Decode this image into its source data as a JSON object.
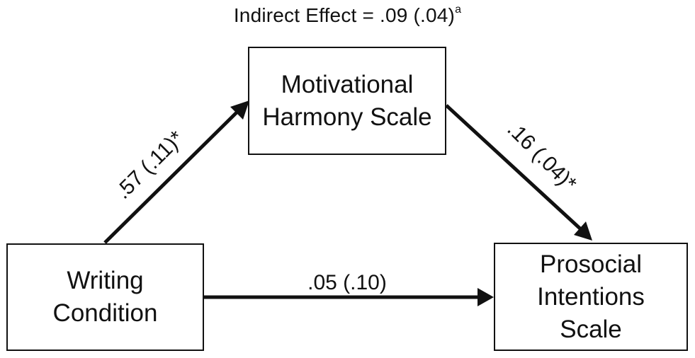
{
  "diagram": {
    "title": {
      "text": "Indirect Effect = .09 (.04)",
      "superscript": "a"
    },
    "nodes": {
      "mediator": {
        "label": "Motivational\nHarmony Scale"
      },
      "predictor": {
        "label": "Writing\nCondition"
      },
      "outcome": {
        "label": "Prosocial\nIntentions\nScale"
      }
    },
    "paths": {
      "a_path": {
        "from": "Writing Condition",
        "to": "Motivational Harmony Scale",
        "label": ".57 (.11)*"
      },
      "b_path": {
        "from": "Motivational Harmony Scale",
        "to": "Prosocial Intentions Scale",
        "label": ".16 (.04)*"
      },
      "c_prime_path": {
        "from": "Writing Condition",
        "to": "Prosocial Intentions Scale",
        "label": ".05 (.10)"
      }
    },
    "colors": {
      "stroke": "#111111",
      "background": "#ffffff"
    }
  }
}
